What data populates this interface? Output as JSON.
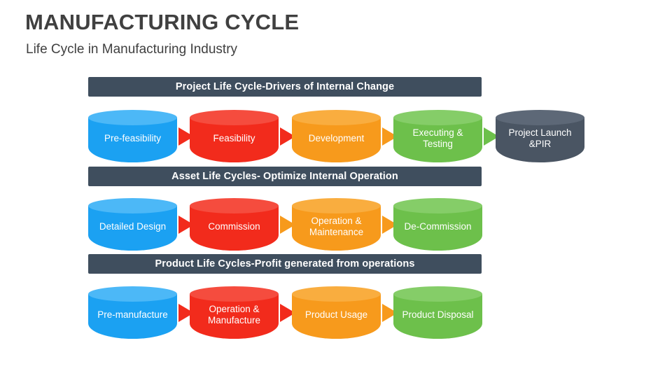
{
  "header": {
    "title": "MANUFACTURING CYCLE",
    "subtitle": "Life Cycle in Manufacturing Industry"
  },
  "sections": [
    {
      "bar_label": "Project Life Cycle-Drivers of Internal Change",
      "steps": [
        {
          "label": "Pre-feasibility",
          "color": "#1ba1f2"
        },
        {
          "label": "Feasibility",
          "color": "#f22b1c"
        },
        {
          "label": "Development",
          "color": "#f79a1c"
        },
        {
          "label": "Executing & Testing",
          "color": "#6dc04b"
        },
        {
          "label": "Project Launch &PIR",
          "color": "#4a5563"
        }
      ]
    },
    {
      "bar_label": "Asset Life Cycles- Optimize Internal Operation",
      "steps": [
        {
          "label": "Detailed Design",
          "color": "#1ba1f2"
        },
        {
          "label": "Commission",
          "color": "#f22b1c"
        },
        {
          "label": "Operation & Maintenance",
          "color": "#f79a1c"
        },
        {
          "label": "De-Commission",
          "color": "#6dc04b"
        }
      ]
    },
    {
      "bar_label": "Product Life Cycles-Profit generated from operations",
      "steps": [
        {
          "label": "Pre-manufacture",
          "color": "#1ba1f2"
        },
        {
          "label": "Operation & Manufacture",
          "color": "#f22b1c"
        },
        {
          "label": "Product Usage",
          "color": "#f79a1c"
        },
        {
          "label": "Product Disposal",
          "color": "#6dc04b"
        }
      ]
    }
  ]
}
